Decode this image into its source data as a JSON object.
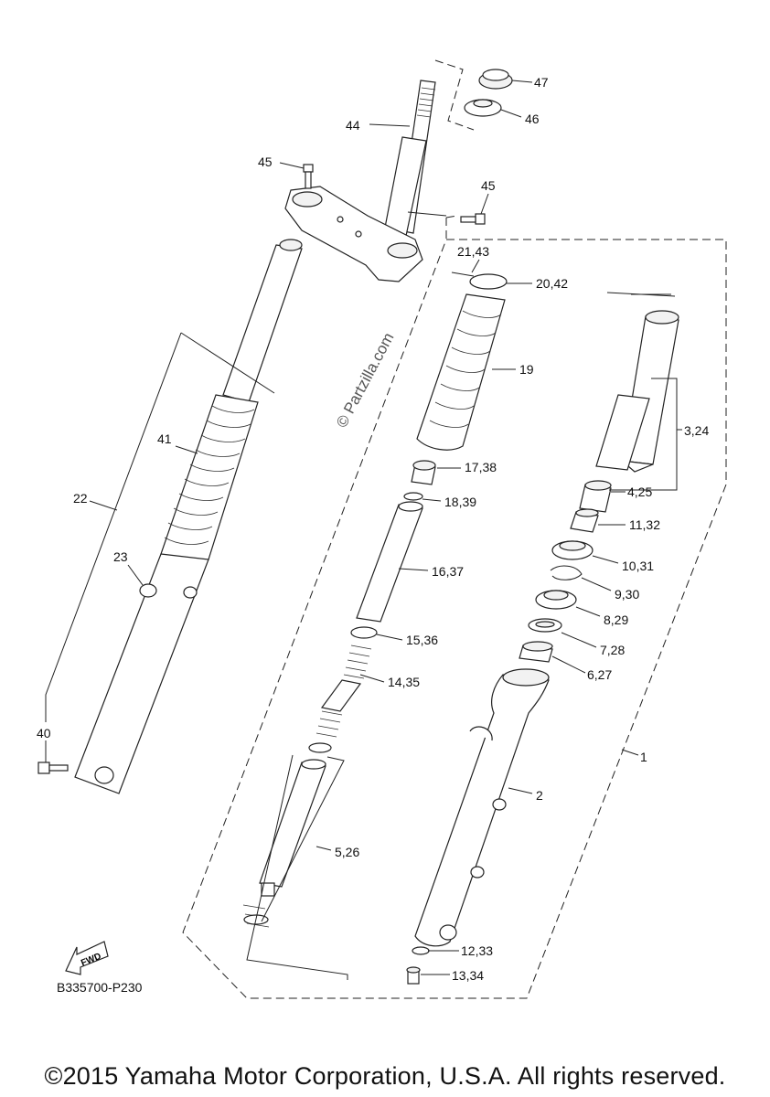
{
  "figure_code": "B335700-P230",
  "copyright": "©2015 Yamaha Motor Corporation, U.S.A. All rights reserved.",
  "watermark": "© Partzilla.com",
  "fwd_label": "FWD",
  "callouts": {
    "c47": "47",
    "c46": "46",
    "c44": "44",
    "c45a": "45",
    "c45b": "45",
    "c21_43": "21,43",
    "c20_42": "20,42",
    "c19": "19",
    "c41": "41",
    "c22": "22",
    "c23": "23",
    "c40": "40",
    "c17_38": "17,38",
    "c18_39": "18,39",
    "c16_37": "16,37",
    "c15_36": "15,36",
    "c14_35": "14,35",
    "c5_26": "5,26",
    "c3_24": "3,24",
    "c4_25": "4,25",
    "c11_32": "11,32",
    "c10_31": "10,31",
    "c9_30": "9,30",
    "c8_29": "8,29",
    "c7_28": "7,28",
    "c6_27": "6,27",
    "c1": "1",
    "c2": "2",
    "c12_33": "12,33",
    "c13_34": "13,34"
  }
}
